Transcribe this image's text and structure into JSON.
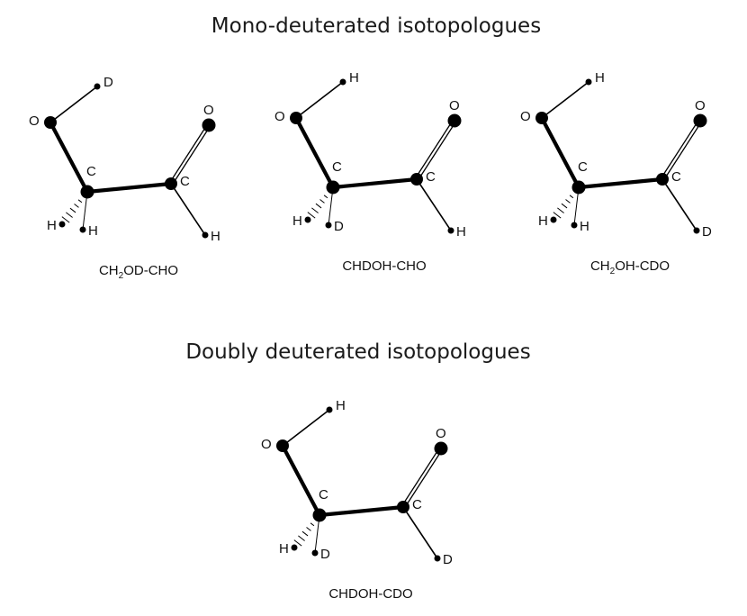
{
  "headings": {
    "mono": "Mono-deuterated isotopologues",
    "doubly": "Doubly deuterated isotopologues"
  },
  "molecules": [
    {
      "id": "ch2od-cho",
      "caption": [
        {
          "t": "CH"
        },
        {
          "t": "2",
          "sub": true
        },
        {
          "t": "OD-CHO"
        }
      ],
      "labels": {
        "o_top": "O",
        "h_top": "D",
        "c_left": "C",
        "c_right": "C",
        "o_right": "O",
        "h_left_a": "H",
        "h_left_b": "H",
        "h_right": "H"
      }
    },
    {
      "id": "chdoh-cho",
      "caption": [
        {
          "t": "CHDOH-CHO"
        }
      ],
      "labels": {
        "o_top": "O",
        "h_top": "H",
        "c_left": "C",
        "c_right": "C",
        "o_right": "O",
        "h_left_a": "H",
        "h_left_b": "D",
        "h_right": "H"
      }
    },
    {
      "id": "ch2oh-cdo",
      "caption": [
        {
          "t": "CH"
        },
        {
          "t": "2",
          "sub": true
        },
        {
          "t": "OH-CDO"
        }
      ],
      "labels": {
        "o_top": "O",
        "h_top": "H",
        "c_left": "C",
        "c_right": "C",
        "o_right": "O",
        "h_left_a": "H",
        "h_left_b": "H",
        "h_right": "D"
      }
    },
    {
      "id": "chdoh-cdo",
      "caption": [
        {
          "t": "CHDOH-CDO"
        }
      ],
      "labels": {
        "o_top": "O",
        "h_top": "H",
        "c_left": "C",
        "c_right": "C",
        "o_right": "O",
        "h_left_a": "H",
        "h_left_b": "D",
        "h_right": "D"
      }
    }
  ]
}
